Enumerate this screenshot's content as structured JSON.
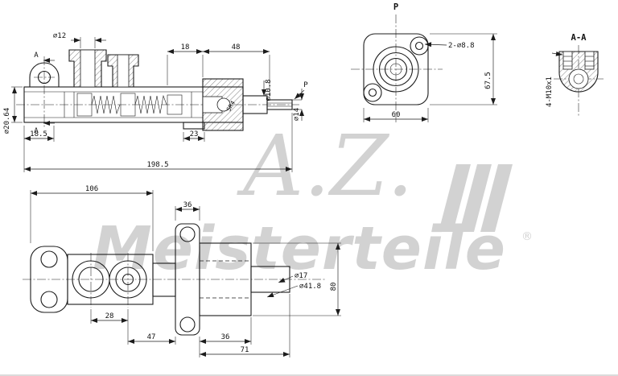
{
  "drawing": {
    "watermark": {
      "script_text": "A.Z.",
      "brand_text": "Meisterteile",
      "registered_mark": "®",
      "color": "#c8c8c8"
    },
    "side_section_view": {
      "dim_d12": "⌀12",
      "dim_18": "18",
      "dim_48": "48",
      "dim_d10_8": "⌀10.8",
      "dim_d14": "⌀14",
      "port_label": "P",
      "dim_d20_64": "⌀20.64",
      "section_label_top": "A",
      "section_label_bottom": "A",
      "dim_18_5": "18.5",
      "dim_23": "23",
      "dim_198_5": "198.5",
      "dim_sr4": "SR4"
    },
    "front_view": {
      "view_label": "P",
      "dim_holes": "2-⌀8.8",
      "dim_67_5": "67.5",
      "dim_60": "60"
    },
    "section_aa_view": {
      "view_label": "A-A",
      "dim_thread": "4-M10x1"
    },
    "bottom_view": {
      "dim_106": "106",
      "dim_36_top": "36",
      "dim_28": "28",
      "dim_47": "47",
      "dim_36_bottom": "36",
      "dim_71": "71",
      "dim_d17": "⌀17",
      "dim_d41_8": "⌀41.8",
      "dim_80": "80"
    }
  }
}
